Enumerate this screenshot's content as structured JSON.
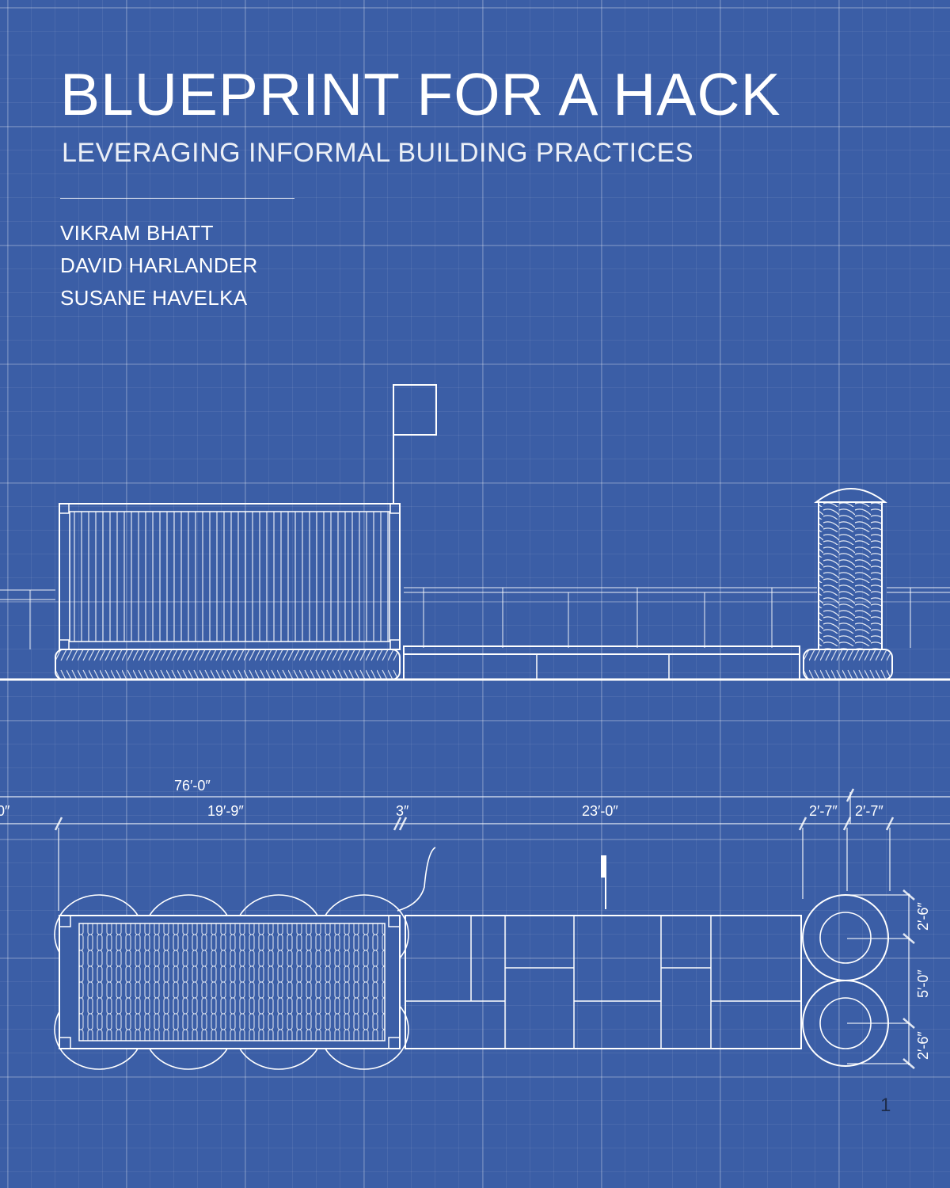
{
  "document": {
    "title": "BLUEPRINT FOR A HACK",
    "subtitle": "LEVERAGING INFORMAL BUILDING PRACTICES",
    "authors": [
      "VIKRAM BHATT",
      "DAVID HARLANDER",
      "SUSANE HAVELKA"
    ],
    "page_number": "1"
  },
  "drawing": {
    "dimensions": {
      "overall": "76′-0″",
      "left_edge": "0″",
      "container": "19′-9″",
      "gap": "3″",
      "deck": "23′-0″",
      "tire_a": "2′-7″",
      "tire_b": "2′-7″",
      "vert_top": "2′-6″",
      "vert_mid": "5′-0″",
      "vert_bottom": "2′-6″"
    }
  },
  "colors": {
    "background": "#3b5ea6",
    "ink": "#ffffff",
    "page_number": "#1e2c4a"
  }
}
